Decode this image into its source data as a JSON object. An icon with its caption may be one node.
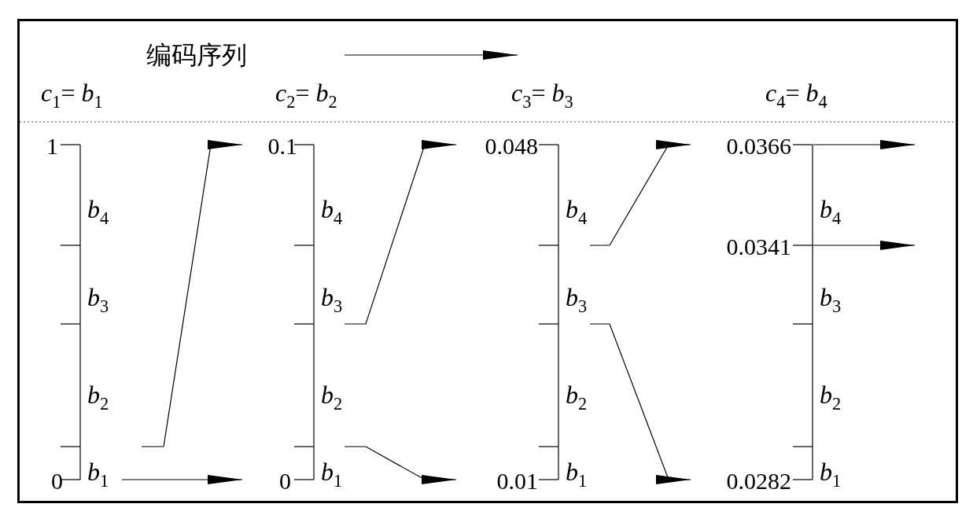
{
  "diagram": {
    "title": "编码序列",
    "nodes": [
      {
        "text": [
          "1"
        ]
      },
      {
        "text": [
          "0"
        ]
      },
      {
        "text": [
          "0.1"
        ]
      },
      {
        "text": [
          "0"
        ]
      },
      {
        "text": [
          "0.048"
        ]
      },
      {
        "text": [
          "0.01"
        ]
      },
      {
        "text": [
          "0.0366"
        ]
      },
      {
        "text": [
          "0.0341"
        ]
      },
      {
        "text": [
          "0.0282"
        ]
      },
      {
        "text": [],
        "shape": "bar"
      },
      {
        "text": [],
        "shape": "bar"
      },
      {
        "text": [],
        "shape": "bar"
      },
      {
        "text": [],
        "shape": "bar"
      }
    ],
    "edges": [
      {
        "from": null,
        "to": 2,
        "arrow": "to"
      },
      {
        "from": null,
        "to": 3,
        "arrow": "to"
      },
      {
        "from": null,
        "to": 4,
        "arrow": "to"
      },
      {
        "from": null,
        "to": 5,
        "arrow": "to"
      },
      {
        "from": null,
        "to": 6,
        "arrow": "to"
      },
      {
        "from": null,
        "to": 8,
        "arrow": "to"
      },
      {
        "from": 12,
        "to": null,
        "arrow": "to"
      },
      {
        "from": 12,
        "to": null,
        "arrow": "to"
      }
    ],
    "labels": [
      "*c*$_{1}$= *b*$_{1}$",
      "*c*$_{2}$= *b*$_{2}$",
      "*c*$_{3}$= *b*$_{3}$",
      "*c*$_{4}$= *b*$_{4}$",
      "*b*$_{4}$",
      "*b*$_{3}$",
      "*b*$_{2}$",
      "*b*$_{1}$",
      "*b*$_{4}$",
      "*b*$_{3}$",
      "*b*$_{2}$",
      "*b*$_{1}$",
      "*b*$_{4}$",
      "*b*$_{3}$",
      "*b*$_{2}$",
      "*b*$_{1}$",
      "*b*$_{4}$",
      "*b*$_{3}$",
      "*b*$_{2}$",
      "*b*$_{1}$"
    ]
  }
}
